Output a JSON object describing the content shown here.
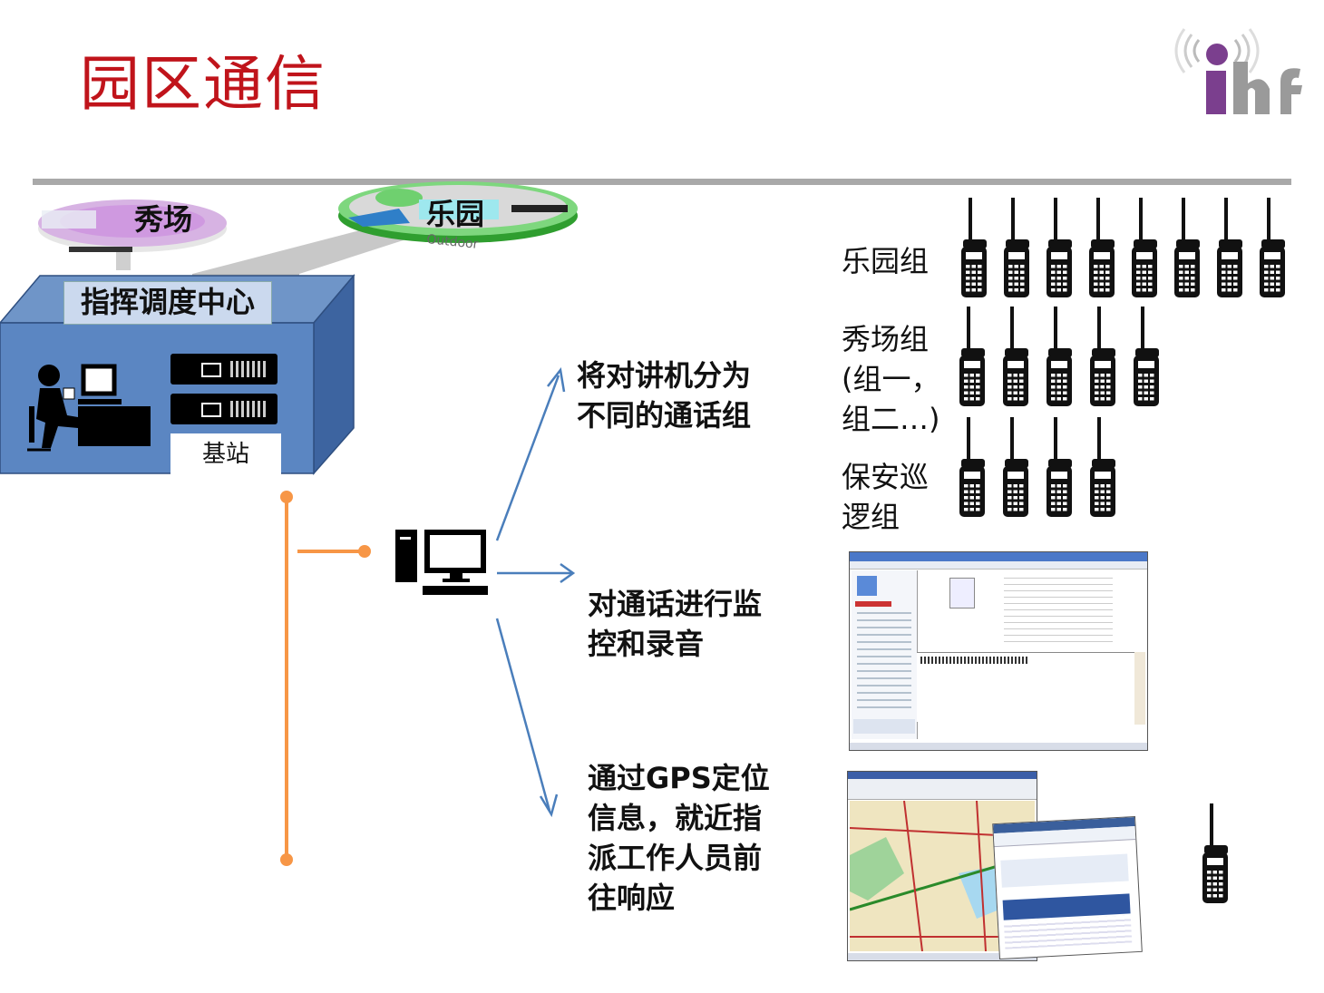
{
  "slide": {
    "title": "园区通信",
    "logo_text": "ihf"
  },
  "venues": {
    "show_label": "秀场",
    "park_label": "乐园",
    "park_sub": "Outdoor"
  },
  "center": {
    "label": "指挥调度中心",
    "base_station_label": "基站"
  },
  "functions": [
    {
      "text_line1": "将对讲机分为",
      "text_line2": "不同的通话组"
    },
    {
      "text_line1": "对通话进行监",
      "text_line2": "控和录音"
    },
    {
      "text_line1": "通过GPS定位",
      "text_line2": "信息，就近指",
      "text_line3": "派工作人员前",
      "text_line4": "往响应"
    }
  ],
  "groups": [
    {
      "line1": "乐园组",
      "radios": 8
    },
    {
      "line1": "秀场组",
      "line2": "(组一，",
      "line3": "组二…)",
      "radios": 5
    },
    {
      "line1": "保安巡",
      "line2": "逻组",
      "radios": 4
    }
  ],
  "colors": {
    "title": "#c0141b",
    "box_blue": "#4f81bd",
    "connector_orange": "#f79646",
    "arrow_blue": "#4a7ebb",
    "logo_purple": "#7b3f8e"
  }
}
